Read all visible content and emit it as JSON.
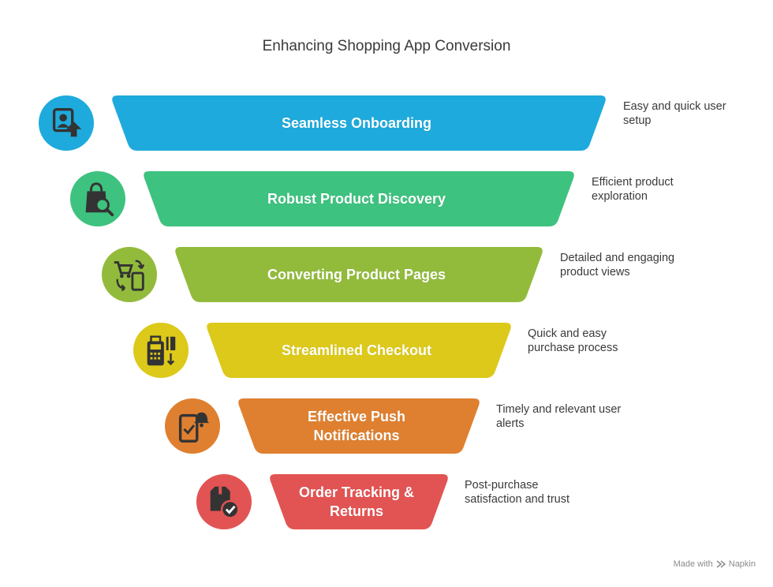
{
  "title": "Enhancing Shopping App Conversion",
  "stages": [
    {
      "label": "Seamless Onboarding",
      "description": "Easy and quick user setup",
      "color": "#1eaadc",
      "icon": "user-upload-icon"
    },
    {
      "label": "Robust Product Discovery",
      "description": "Efficient product exploration",
      "color": "#3ec27f",
      "icon": "shopping-bag-search-icon"
    },
    {
      "label": "Converting Product Pages",
      "description": "Detailed and engaging product views",
      "color": "#92bb3c",
      "icon": "cart-phone-sync-icon"
    },
    {
      "label": "Streamlined Checkout",
      "description": "Quick and easy purchase process",
      "color": "#dcc91a",
      "icon": "payment-terminal-card-icon"
    },
    {
      "label": "Effective Push Notifications",
      "description": "Timely and relevant user alerts",
      "color": "#df8030",
      "icon": "phone-bell-check-icon"
    },
    {
      "label": "Order Tracking & Returns",
      "description": "Post-purchase satisfaction and trust",
      "color": "#e25453",
      "icon": "package-check-icon"
    }
  ],
  "footer": {
    "prefix": "Made with",
    "brand": "Napkin"
  }
}
